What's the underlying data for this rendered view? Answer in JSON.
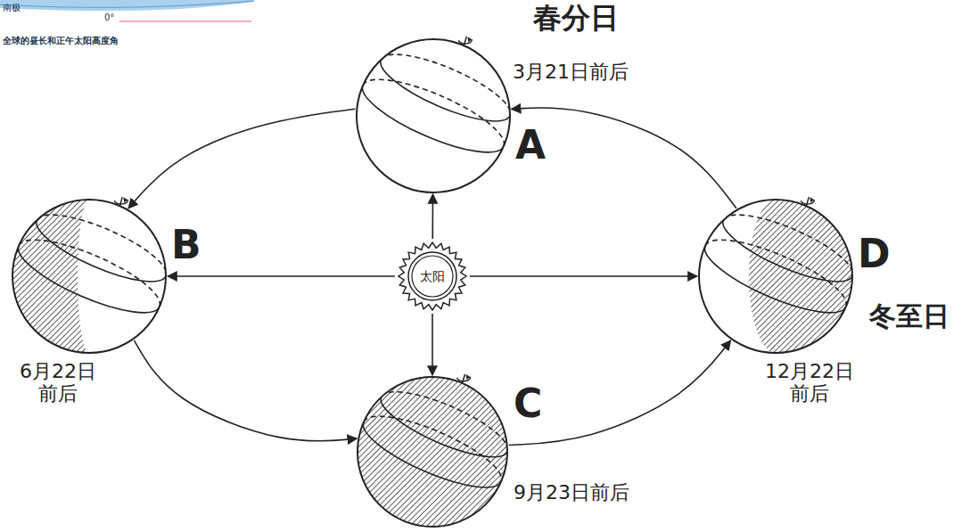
{
  "diagram": {
    "nodes": [
      {
        "text": [
          "春分日",
          "3月21日前后",
          "A"
        ]
      },
      {
        "text": [
          "B",
          "6月22日 前后"
        ]
      },
      {
        "text": [
          "太阳"
        ]
      },
      {
        "text": [
          "D",
          "冬至日",
          "12月22日 前后"
        ]
      },
      {
        "text": [
          "C",
          "9月23日前后"
        ]
      }
    ],
    "edges": [
      {
        "from": 2,
        "to": 0,
        "arrow": "to"
      },
      {
        "from": 2,
        "to": 1,
        "arrow": "to"
      },
      {
        "from": 2,
        "to": 3,
        "arrow": "to"
      },
      {
        "from": 2,
        "to": 4,
        "arrow": "to"
      },
      {
        "from": 0,
        "to": 1,
        "arrow": "to"
      },
      {
        "from": 1,
        "to": 4,
        "arrow": "to"
      },
      {
        "from": 4,
        "to": 3,
        "arrow": "to"
      },
      {
        "from": 3,
        "to": 0,
        "arrow": "to"
      }
    ],
    "labels": [
      "南极",
      "0°",
      "全球的昼长和正午太阳高度角"
    ]
  }
}
